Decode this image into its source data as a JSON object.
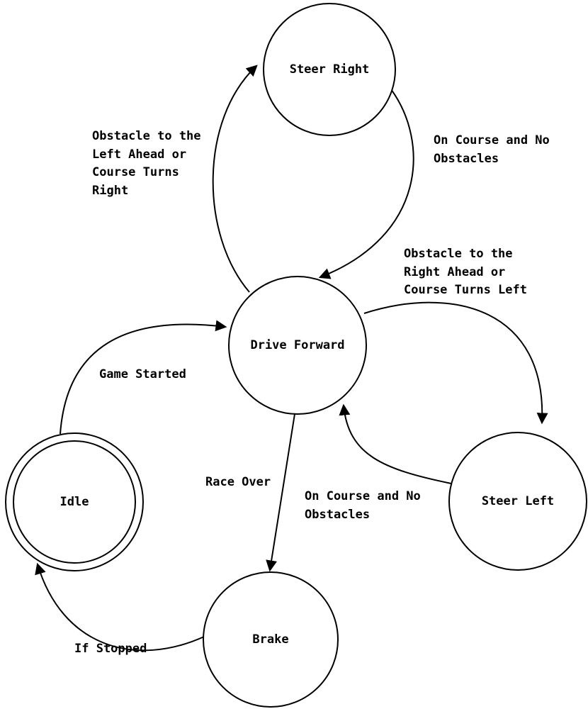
{
  "diagram": {
    "type": "state-machine",
    "states": {
      "steer_right": "Steer Right",
      "drive_forward": "Drive Forward",
      "idle": "Idle",
      "steer_left": "Steer Left",
      "brake": "Brake"
    },
    "transitions": {
      "drive_to_steer_right": "Obstacle to the\nLeft Ahead or\nCourse Turns\nRight",
      "steer_right_to_drive": "On Course and No\nObstacles",
      "drive_to_steer_left": "Obstacle to the\nRight Ahead or\nCourse Turns Left",
      "steer_left_to_drive": "On Course and No\nObstacles",
      "idle_to_drive": "Game Started",
      "drive_to_brake": "Race Over",
      "brake_to_idle": "If Stopped"
    },
    "colors": {
      "stroke": "#000000",
      "background": "#ffffff"
    }
  }
}
